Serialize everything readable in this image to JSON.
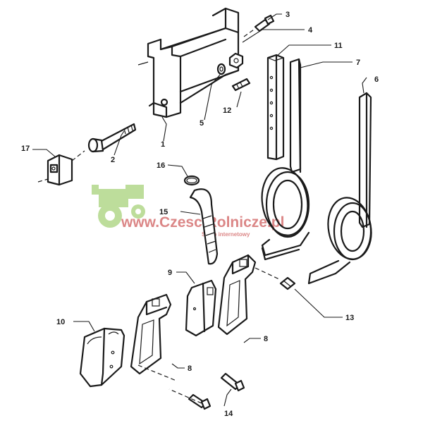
{
  "diagram": {
    "callouts": [
      "1",
      "2",
      "3",
      "4",
      "5",
      "6",
      "7",
      "8",
      "8",
      "9",
      "10",
      "11",
      "12",
      "13",
      "14",
      "15",
      "16",
      "17"
    ]
  },
  "watermark": {
    "site": "www.CzesciRolnicze.pl",
    "tagline": "Sklep internetowy",
    "logo_color": "#a8d27a",
    "text_color": "#d87a7a"
  }
}
